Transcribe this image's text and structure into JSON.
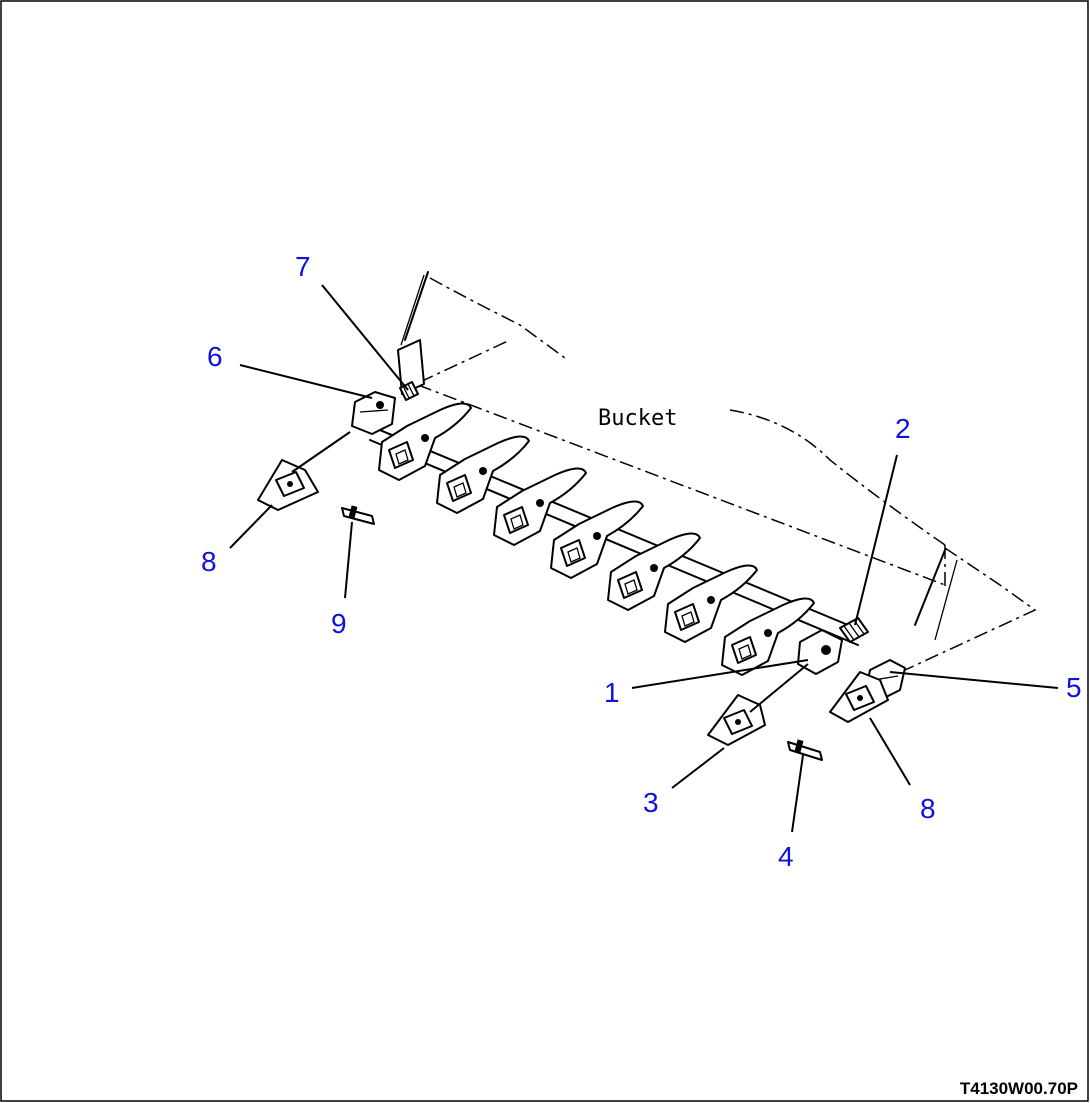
{
  "diagram": {
    "drawing_label": "Bucket",
    "reference_code": "T4130W00.70P",
    "callouts": [
      "7",
      "6",
      "8",
      "9",
      "2",
      "1",
      "5",
      "3",
      "8",
      "4"
    ],
    "colors": {
      "callout": "#1010e0",
      "line": "#000000",
      "background": "#ffffff"
    }
  }
}
